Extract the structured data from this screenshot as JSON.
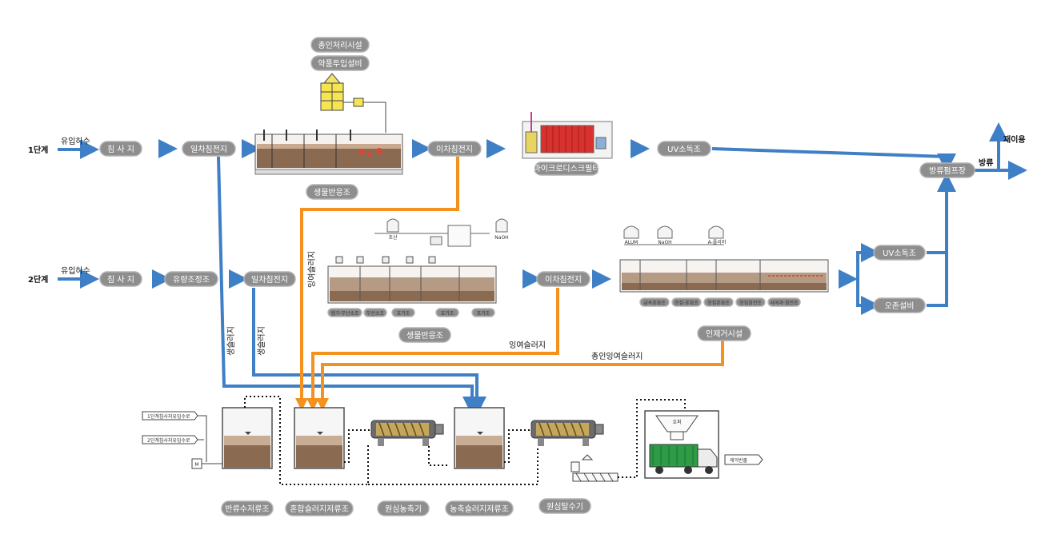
{
  "colors": {
    "flow_blue": "#3f7fc6",
    "sludge_orange": "#f3921e",
    "pill_gray": "#8e8e8e",
    "sludge_brown": "#8b6a52"
  },
  "stage1": {
    "label": "1단계",
    "inflow": "유입하수",
    "grit": "침 사 지",
    "primary": "일차침전지",
    "bio": "생물반응조",
    "secondary": "이차침전지",
    "filter": "마이크로디스크필터",
    "uv": "UV소독조",
    "pump": "방류펌프장",
    "discharge": "방류",
    "reuse": "재이용"
  },
  "chem": {
    "line1": "총인처리시설",
    "line2": "약품투입설비"
  },
  "stage2": {
    "label": "2단계",
    "inflow": "유입하수",
    "grit": "침 사 지",
    "eq": "유량조정조",
    "primary": "일차침전지",
    "bio": "생물반응조",
    "secondary": "이차침전지",
    "uv": "UV소독조",
    "ozone": "오존설비",
    "p_removal": "인제거시설",
    "chem_tags": [
      "초산",
      "NaOH"
    ],
    "bio_zones": [
      "혐기·무산소조",
      "무산소조",
      "호기조",
      "호기조",
      "포기조"
    ],
    "p_tags": [
      "ALUM",
      "NaOH",
      "A-폴리머"
    ],
    "p_zones": [
      "급속혼화조",
      "응집·혼화조",
      "응집혼화조",
      "응집침전조",
      "사여과·침전조"
    ]
  },
  "sludge": {
    "raw1": "생슬러지",
    "raw2": "생슬러지",
    "excess_v": "잉여슬러지",
    "excess_h": "잉여슬러지",
    "p_excess": "총인잉여슬러지",
    "in1": "1단계침사지유입수로",
    "in2": "2단계침사지유입수로",
    "motor": "M",
    "tank1": "반류수저류조",
    "tank2": "혼합슬러지저류조",
    "thickener": "원심농축기",
    "tank3": "농축슬러지저류조",
    "dewater": "원심탈수기",
    "hopper": "호퍼",
    "cake": "케익반출"
  }
}
